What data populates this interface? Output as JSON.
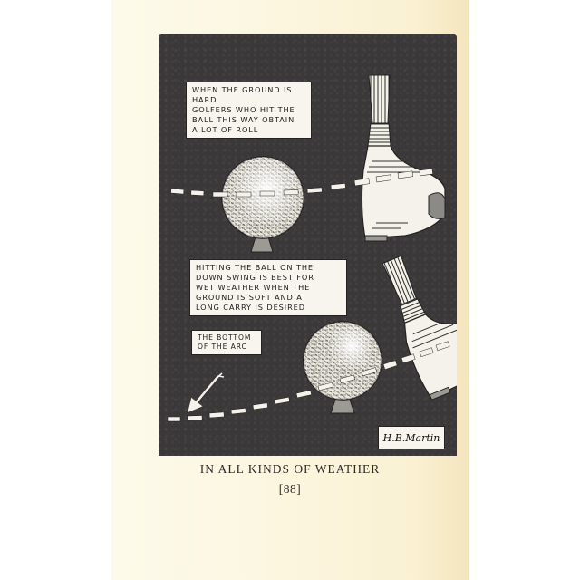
{
  "illustration": {
    "top_scene": {
      "label": "WHEN THE GROUND IS HARD\nGOLFERS WHO HIT THE\nBALL THIS WAY OBTAIN\nA LOT OF ROLL"
    },
    "bottom_scene": {
      "label": "HITTING THE BALL ON THE\nDOWN SWING IS BEST FOR\nWET WEATHER WHEN THE\nGROUND IS SOFT AND A\nLONG CARRY IS DESIRED",
      "arc_label": "THE BOTTOM\nOF THE ARC"
    },
    "signature": "H.B.Martin",
    "colors": {
      "panel": "#3a3838",
      "paper": "#fcf7e2",
      "ink": "#1a1a1a",
      "highlight": "#f7f5ee"
    }
  },
  "caption": "IN ALL KINDS OF WEATHER",
  "page_number": "[88]"
}
